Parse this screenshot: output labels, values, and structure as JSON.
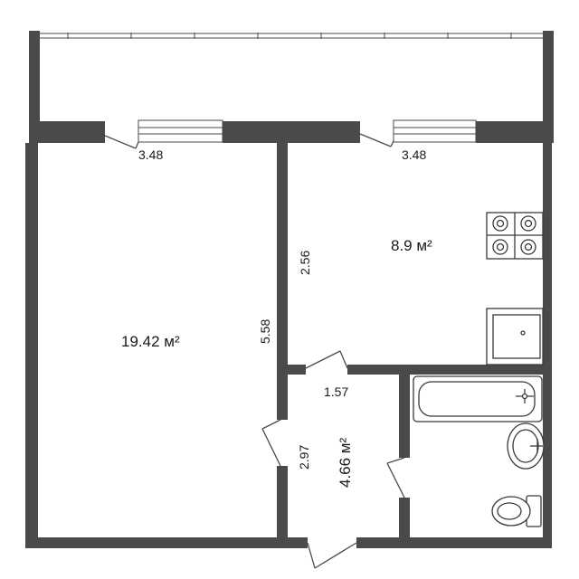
{
  "rooms": {
    "room": {
      "area": "19.42 м²",
      "height": "5.58"
    },
    "kitchen": {
      "area": "8.9 м²",
      "height": "2.56"
    },
    "hall": {
      "area": "4.66 м²",
      "width": "1.57",
      "height": "2.97"
    }
  },
  "windows": [
    {
      "width": "3.48"
    },
    {
      "width": "3.48"
    }
  ],
  "colors": {
    "wall": "#4a4a4a",
    "background": "#ffffff"
  }
}
